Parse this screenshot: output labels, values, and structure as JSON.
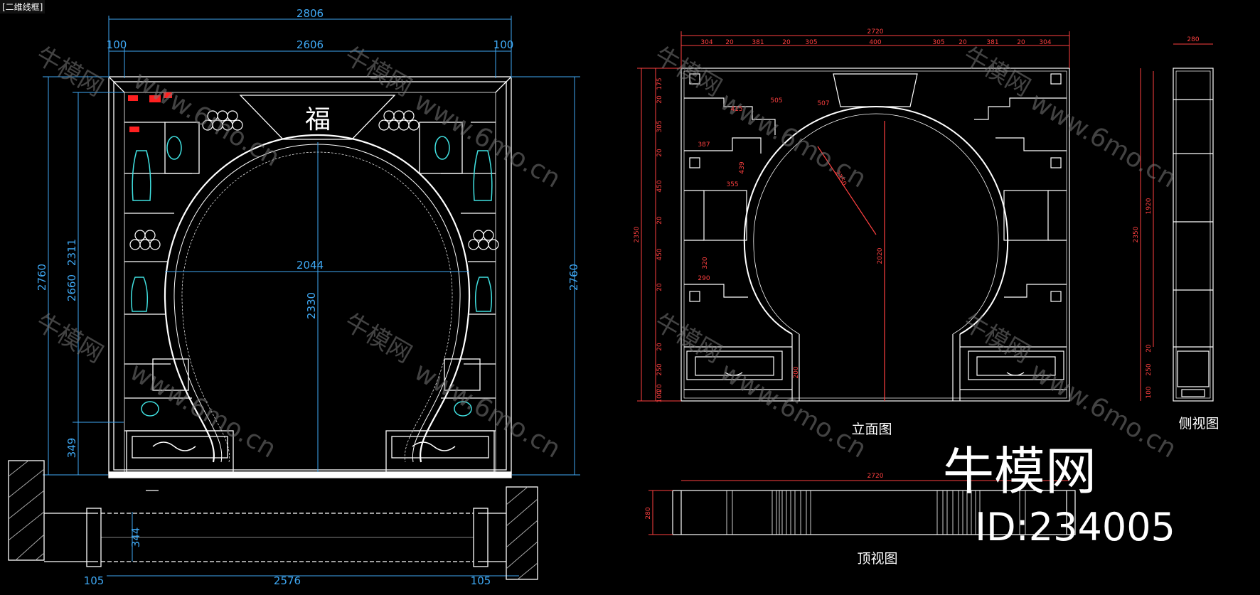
{
  "viewport_label": "[二维线框]",
  "left_elevation": {
    "dims_top": [
      "2806",
      "100",
      "2606",
      "100"
    ],
    "dims_left": [
      "2760",
      "2660",
      "2311",
      "349"
    ],
    "dims_right": [
      "2760"
    ],
    "dims_inner": [
      "2044",
      "2330"
    ],
    "dims_plan": [
      "344",
      "105",
      "2576",
      "105"
    ],
    "ornament_char": "福"
  },
  "right_elevation": {
    "width_total": "2720",
    "dims_top_row": [
      "304",
      "20",
      "381",
      "20",
      "305",
      "400",
      "305",
      "20",
      "381",
      "20",
      "304"
    ],
    "dims_left_col": [
      "175",
      "20",
      "305",
      "20",
      "450",
      "20",
      "450",
      "20",
      "20",
      "250",
      "20",
      "100"
    ],
    "dims_inner": [
      "505",
      "507",
      "415",
      "387",
      "439",
      "355",
      "320",
      "290",
      "2350",
      "2020",
      "200"
    ],
    "height_total": "2350",
    "caption": "立面图"
  },
  "side_view": {
    "depth": "280",
    "height_total": "2350",
    "height_inner": "1920",
    "dims_lower": [
      "20",
      "250",
      "100"
    ],
    "caption": "侧视图"
  },
  "top_view": {
    "width_total": "2720",
    "depth": "280",
    "caption": "顶视图"
  },
  "branding": {
    "title": "牛模网",
    "id_label": "ID:234005",
    "watermark_text": "牛模网",
    "watermark_url": "www.6mo.cn"
  },
  "colors": {
    "background": "#000000",
    "line": "#ffffff",
    "dim_left": "#3fa9f5",
    "dim_right": "#ff4040",
    "accent_red": "#ff2020",
    "accent_teal": "#40e0e0"
  }
}
